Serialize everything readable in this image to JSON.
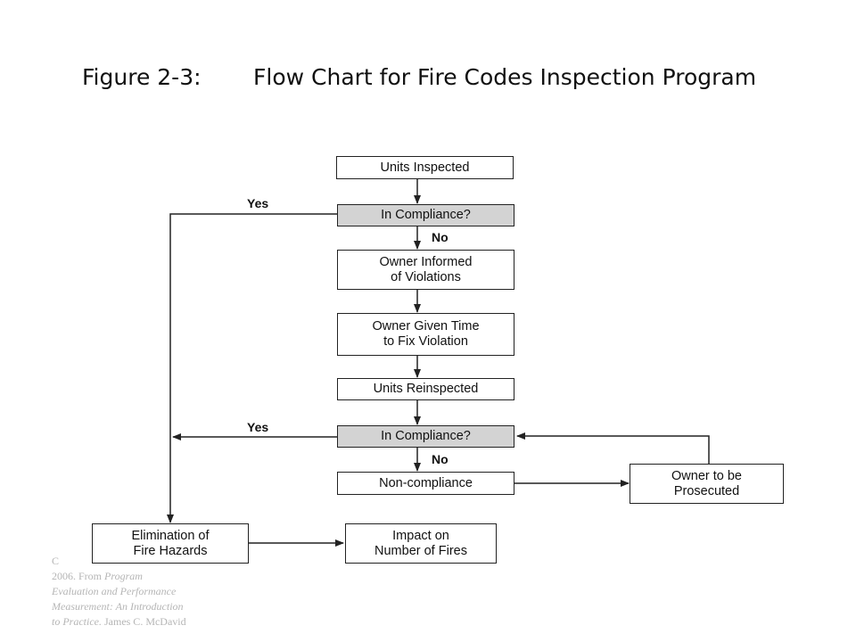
{
  "title": {
    "figure_number": "Figure 2-3:",
    "text": "Flow Chart for Fire Codes Inspection Program"
  },
  "flowchart": {
    "nodes": {
      "units_inspected": "Units Inspected",
      "in_compliance_1": "In Compliance?",
      "owner_informed": "Owner Informed\nof Violations",
      "owner_given_time": "Owner Given Time\nto Fix Violation",
      "units_reinspected": "Units Reinspected",
      "in_compliance_2": "In Compliance?",
      "non_compliance": "Non-compliance",
      "owner_prosecuted": "Owner to be\nProsecuted",
      "elimination": "Elimination of\nFire Hazards",
      "impact": "Impact on\nNumber of Fires"
    },
    "edge_labels": {
      "yes_1": "Yes",
      "no_1": "No",
      "yes_2": "Yes",
      "no_2": "No"
    },
    "colors": {
      "decision_fill": "#d3d3d3",
      "line": "#222222"
    }
  },
  "credit": {
    "line1": "C",
    "line2_prefix": "2006. From ",
    "line2_italic": "Program",
    "line3_italic": "Evaluation and Performance",
    "line4_italic": "Measurement: An Introduction",
    "line5_italic": "to Practice.",
    "line5_suffix": " James C. McDavid"
  }
}
